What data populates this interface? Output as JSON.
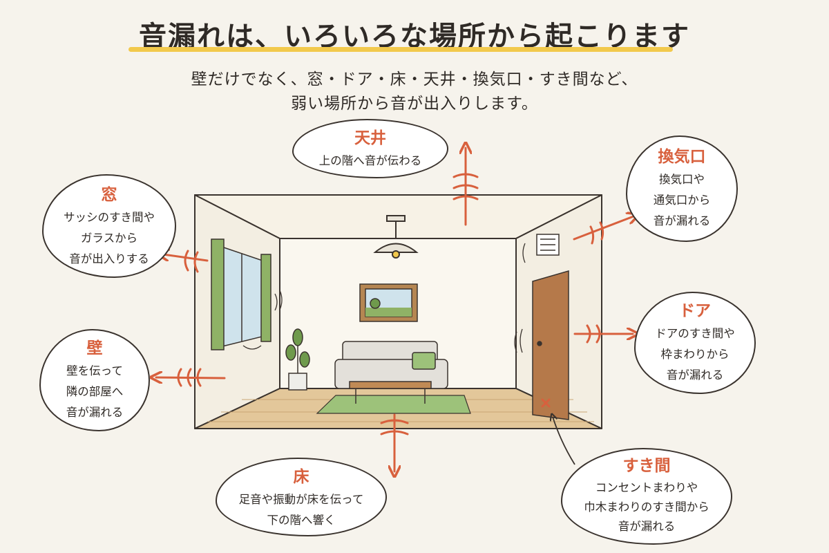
{
  "header": {
    "title": "音漏れは、いろいろな場所から起こります",
    "subtitle_line1": "壁だけでなく、窓・ドア・床・天井・換気口・すき間など、",
    "subtitle_line2": "弱い場所から音が出入りします。"
  },
  "callouts": {
    "ceiling": {
      "title": "天井",
      "lines": [
        "上の階へ音が伝わる"
      ]
    },
    "window": {
      "title": "窓",
      "lines": [
        "サッシのすき間や",
        "ガラスから",
        "音が出入りする"
      ]
    },
    "vent": {
      "title": "換気口",
      "lines": [
        "換気口や",
        "通気口から",
        "音が漏れる"
      ]
    },
    "wall": {
      "title": "壁",
      "lines": [
        "壁を伝って",
        "隣の部屋へ",
        "音が漏れる"
      ]
    },
    "door": {
      "title": "ドア",
      "lines": [
        "ドアのすき間や",
        "枠まわりから",
        "音が漏れる"
      ]
    },
    "floor": {
      "title": "床",
      "lines": [
        "足音や振動が床を伝って",
        "下の階へ響く"
      ]
    },
    "gap": {
      "title": "すき間",
      "lines": [
        "コンセントまわりや",
        "巾木まわりのすき間から",
        "音が漏れる"
      ]
    }
  },
  "colors": {
    "accent": "#d8603d",
    "underline": "#f2c94c",
    "line": "#3a332e"
  }
}
